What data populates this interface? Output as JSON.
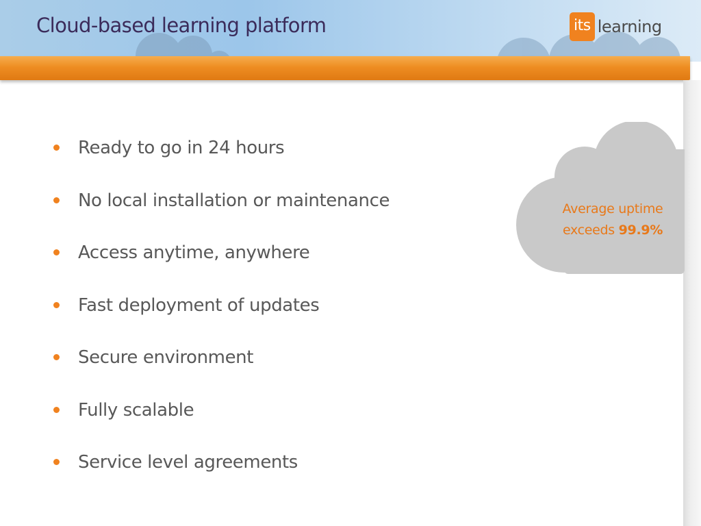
{
  "slide": {
    "title": "Cloud-based learning platform"
  },
  "logo": {
    "boxed": "its",
    "word": "learning"
  },
  "bullets": [
    "Ready to go in 24 hours",
    "No local installation or maintenance",
    "Access anytime, anywhere",
    "Fast deployment of updates",
    "Secure environment",
    "Fully scalable",
    "Service level agreements"
  ],
  "callout": {
    "line1": "Average uptime",
    "line2_prefix": "exceeds",
    "value": "99.9%"
  },
  "colors": {
    "accent_orange": "#f0821f",
    "title_text": "#3b2b5a",
    "body_text": "#585858",
    "header_sky": "#9cc6ea",
    "cloud_gray": "#c9c9c9"
  }
}
